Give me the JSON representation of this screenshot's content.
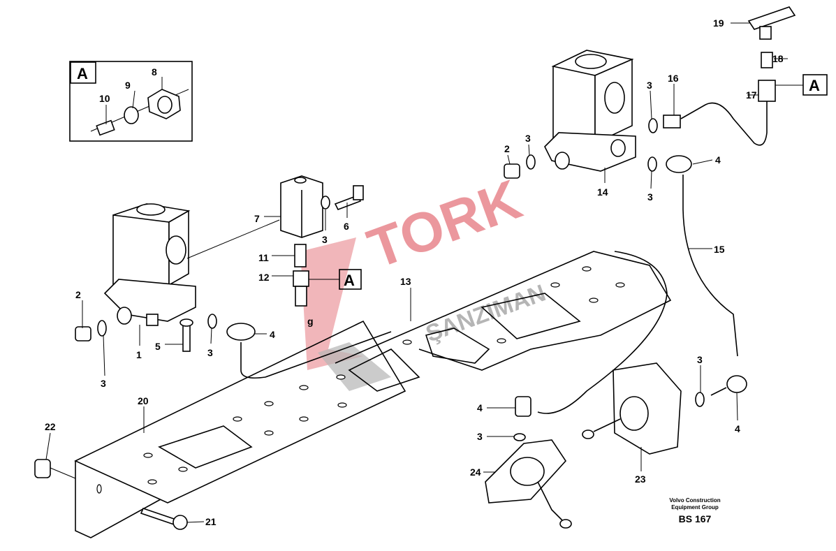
{
  "watermark": {
    "line1": "TORK",
    "line2": "ŞANZIMAN",
    "colors": {
      "red": "#e8868c",
      "gray": "#a9a9a9"
    }
  },
  "detail_label": "A",
  "callouts": {
    "c1": "1",
    "c2a": "2",
    "c2b": "2",
    "c3a": "3",
    "c3b": "3",
    "c3c": "3",
    "c3d": "3",
    "c3e": "3",
    "c3f": "3",
    "c3g": "3",
    "c3h": "3",
    "c4a": "4",
    "c4b": "4",
    "c4c": "4",
    "c4d": "4",
    "c5": "5",
    "c6": "6",
    "c7": "7",
    "c8": "8",
    "c9": "9",
    "c10": "10",
    "c11": "11",
    "c12": "12",
    "c13": "13",
    "c14": "14",
    "c15": "15",
    "c16": "16",
    "c17": "17",
    "c18": "18",
    "c19": "19",
    "c20": "20",
    "c21": "21",
    "c22": "22",
    "c23": "23",
    "c24": "24",
    "g": "g"
  },
  "footer": {
    "company_line1": "Volvo Construction",
    "company_line2": "Equipment Group",
    "code": "BS 167"
  }
}
